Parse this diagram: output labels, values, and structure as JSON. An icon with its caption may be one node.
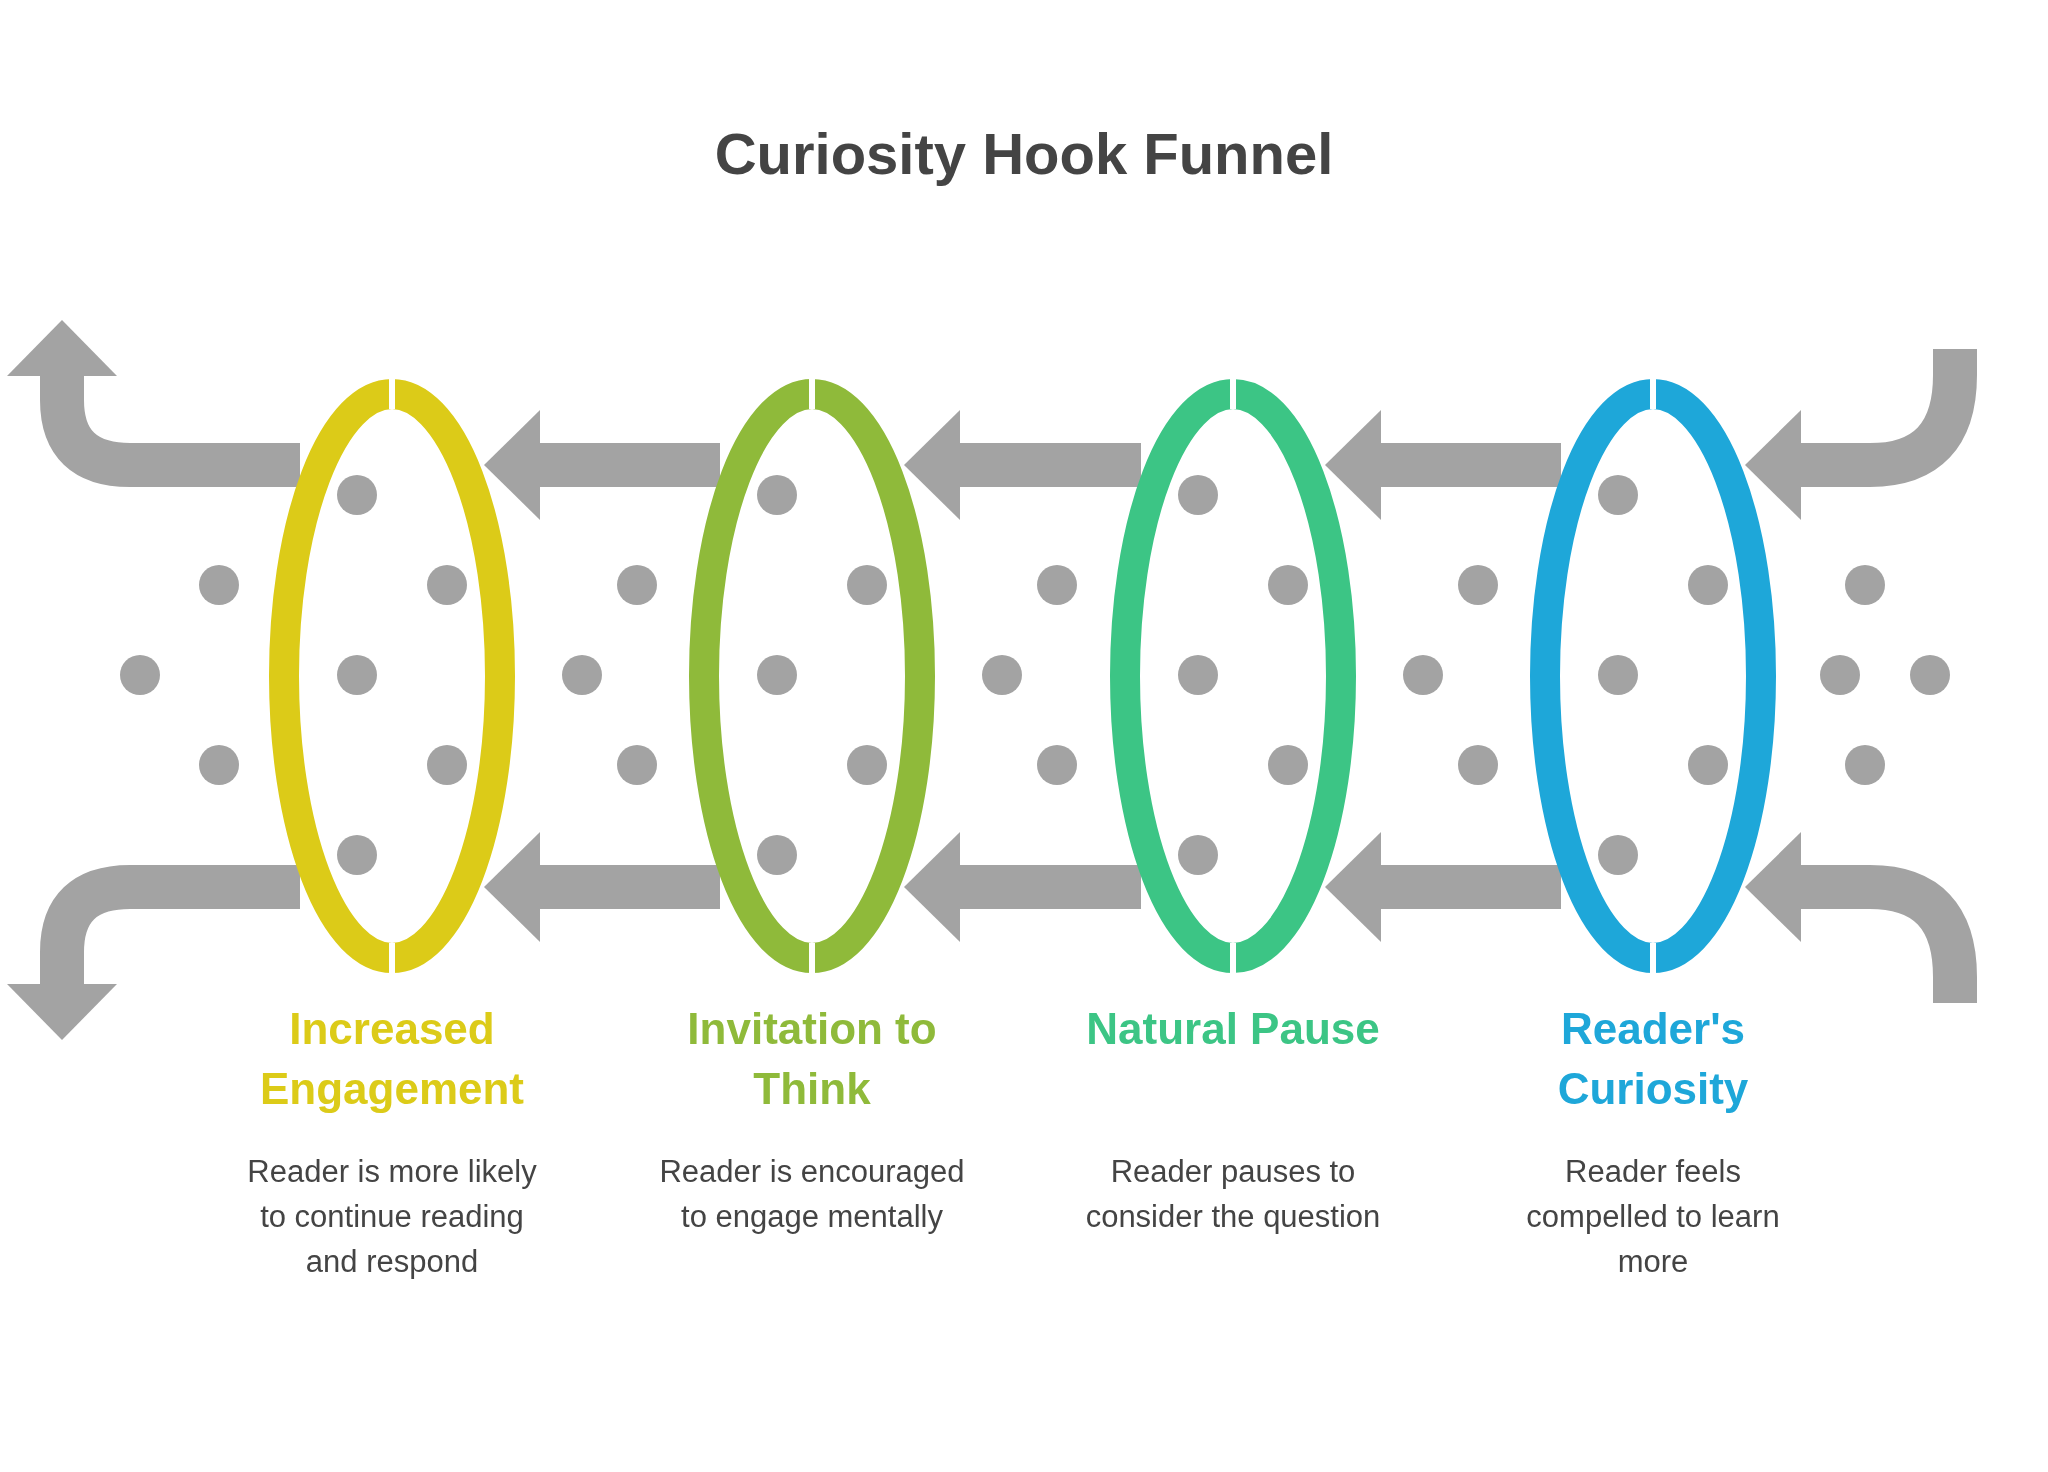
{
  "diagram": {
    "title": "Curiosity Hook Funnel",
    "nodes": [
      {
        "text": [
          "Increased Engagement",
          "Reader is more likely to continue reading and respond"
        ]
      },
      {
        "text": [
          "Invitation to Think",
          "Reader is encouraged to engage mentally"
        ]
      },
      {
        "text": [
          "Natural Pause",
          "Reader pauses to consider the question"
        ]
      },
      {
        "text": [
          "Reader's Curiosity",
          "Reader feels compelled to learn more"
        ]
      }
    ],
    "edges": [
      {
        "from": null,
        "to": 3,
        "arrow": "to"
      },
      {
        "from": null,
        "to": 3,
        "arrow": "to"
      },
      {
        "from": 3,
        "to": 2,
        "arrow": "to"
      },
      {
        "from": 3,
        "to": 2,
        "arrow": "to"
      },
      {
        "from": 2,
        "to": 1,
        "arrow": "to"
      },
      {
        "from": 2,
        "to": 1,
        "arrow": "to"
      },
      {
        "from": 1,
        "to": 0,
        "arrow": "to"
      },
      {
        "from": 1,
        "to": 0,
        "arrow": "to"
      },
      {
        "from": 0,
        "to": null,
        "arrow": "to"
      },
      {
        "from": 0,
        "to": null,
        "arrow": "to"
      }
    ]
  }
}
